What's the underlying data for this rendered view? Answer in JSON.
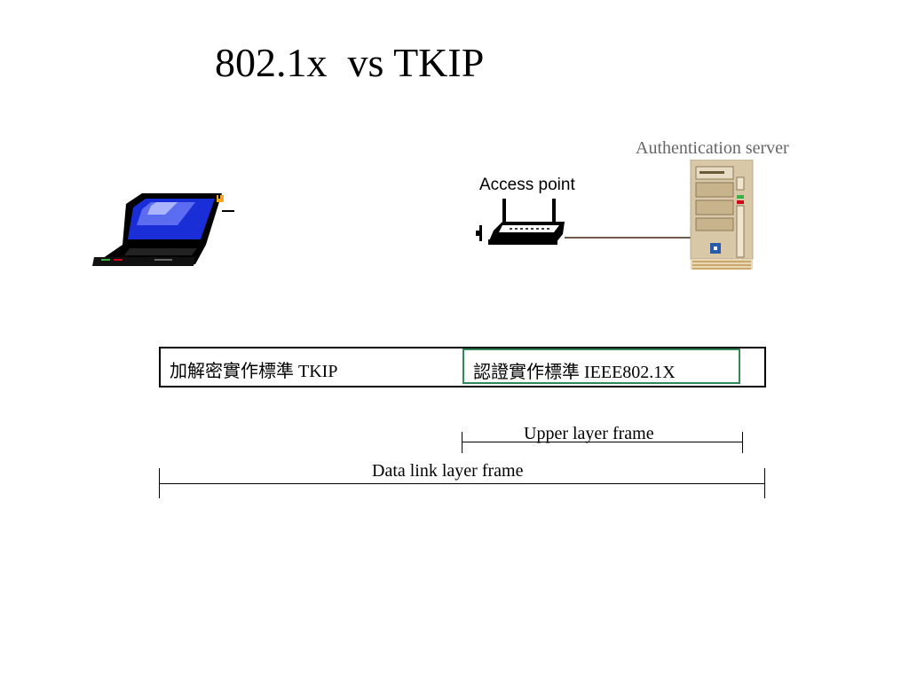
{
  "slide": {
    "title": "802.1x  vs TKIP",
    "auth_server_label": "Authentication server",
    "access_point_label": "Access point",
    "frame": {
      "tkip_label": "加解密實作標準 TKIP",
      "ieee_label": "認證實作標準 IEEE802.1X"
    },
    "spans": {
      "upper_layer_label": "Upper layer frame",
      "data_link_label": "Data link layer frame"
    }
  },
  "icons": {
    "laptop": "laptop-icon",
    "access_point": "router-icon",
    "server": "server-icon"
  },
  "colors": {
    "screen_blue": "#1a2ed8",
    "ieee_border": "#2e8b57",
    "server_beige": "#d8c8a8",
    "label_gray": "#666666"
  }
}
